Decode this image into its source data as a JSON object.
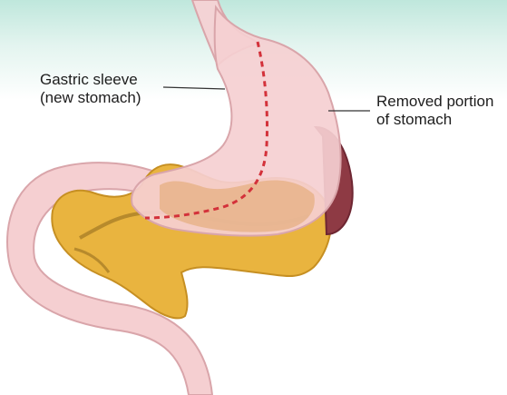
{
  "labels": {
    "gastric_sleeve": [
      "Gastric sleeve",
      "(new stomach)"
    ],
    "removed_portion": [
      "Removed portion",
      "of stomach"
    ]
  },
  "colors": {
    "background_top": "#bfe7dc",
    "stomach_fill": "#f5cfd1",
    "stomach_outline": "#d9a5aa",
    "removed_portion": "#8e3a44",
    "pancreas": "#e9b43f",
    "pancreas_outline": "#c68f22",
    "cut_line": "#d3313a"
  }
}
